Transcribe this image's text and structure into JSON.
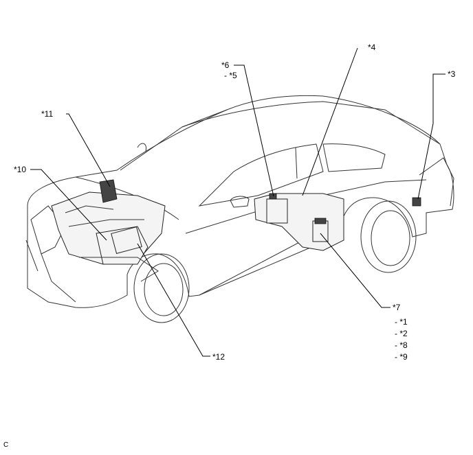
{
  "callouts": {
    "c11": "*11",
    "c10": "*10",
    "c6": "*6",
    "c5": "*5",
    "c4": "*4",
    "c3": "*3",
    "c7": "*7",
    "c1": "*1",
    "c2": "*2",
    "c8": "*8",
    "c9": "*9",
    "c12": "*12"
  },
  "sub_prefix": "-",
  "figure_code": "C"
}
